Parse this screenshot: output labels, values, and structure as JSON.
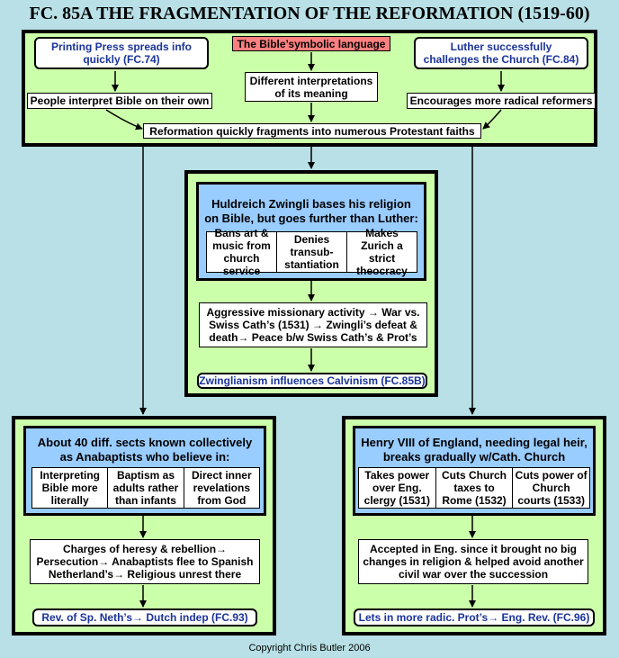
{
  "title": "FC. 85A THE FRAGMENTATION OF THE REFORMATION (1519-60)",
  "top": {
    "printing_press": "Printing Press spreads info quickly (FC.74)",
    "bible_language": "The Bible’symbolic language",
    "luther": "Luther successfully challenges the Church   (FC.84)",
    "interpret_own": "People interpret Bible on their own",
    "different_interpretations": "Different interpretations of its meaning",
    "radical_reformers": "Encourages more radical reformers",
    "fragments": "Reformation quickly fragments into numerous Protestant faiths"
  },
  "zwingli": {
    "headline": "Huldreich Zwingli bases his religion on Bible, but goes further than Luther:",
    "cells": [
      "Bans art & music from church service",
      "Denies transub-stantiation",
      "Makes Zurich a strict theocracy"
    ],
    "missionary": "Aggressive missionary activity → War vs. Swiss Cath’s (1531) → Zwingli’s defeat & death→ Peace b/w Swiss Cath’s & Prot’s",
    "result": "Zwinglianism influences Calvinism (FC.85B)"
  },
  "anabaptists": {
    "headline": "About 40 diff. sects known collectively as Anabaptists who believe in:",
    "cells": [
      "Interpreting Bible more literally",
      "Baptism as adults rather than infants",
      "Direct inner revelations from God"
    ],
    "charges": "Charges of heresy & rebellion→ Persecution→ Anabaptists flee to Spanish Netherland’s→ Religious unrest there",
    "result": "Rev. of Sp. Neth’s→  Dutch indep (FC.93)"
  },
  "henry": {
    "headline": "Henry VIII of England, needing legal heir, breaks gradually w/Cath. Church",
    "cells": [
      "Takes power over Eng. clergy (1531)",
      "Cuts Church taxes to Rome (1532)",
      "Cuts power of Church courts (1533)"
    ],
    "accepted": "Accepted in Eng. since it brought no big changes in religion & helped avoid another civil war over the succession",
    "result": "Lets in more radic. Prot’s→ Eng. Rev. (FC.96)"
  },
  "footer": "Copyright Chris Butler 2006",
  "colors": {
    "background": "#b8e0e6",
    "panel": "#ccffaa",
    "blue_box": "#99ccff",
    "red_box": "#ff8080",
    "link_text": "#1a3399"
  }
}
